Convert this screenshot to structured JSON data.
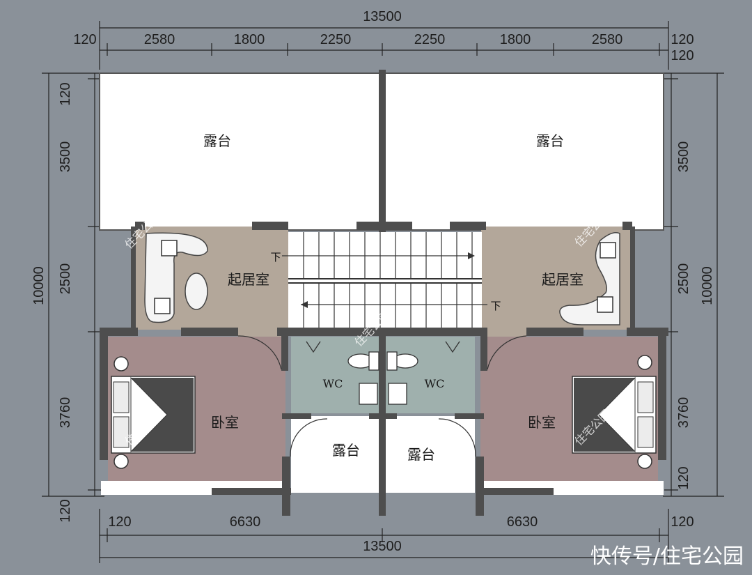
{
  "dimensions": {
    "top_total": "13500",
    "top_segments": [
      "120",
      "2580",
      "1800",
      "2250",
      "2250",
      "1800",
      "2580",
      "120"
    ],
    "top_right_small": "120",
    "bottom_total": "13500",
    "bottom_segments": [
      "120",
      "6630",
      "6630",
      "120"
    ],
    "left_total": "10000",
    "left_segments": [
      "120",
      "3500",
      "2500",
      "3760",
      "120"
    ],
    "right_total": "10000",
    "right_segments": [
      "3500",
      "2500",
      "3760",
      "120"
    ]
  },
  "rooms": {
    "terrace_left": "露台",
    "terrace_right": "露台",
    "living_left": "起居室",
    "living_right": "起居室",
    "wc_left": "WC",
    "wc_right": "WC",
    "bedroom_left": "卧室",
    "bedroom_right": "卧室",
    "balcony_left": "露台",
    "balcony_right": "露台"
  },
  "stairs": {
    "down_left": "下",
    "down_right": "下"
  },
  "watermark": "住宅公园",
  "credit": "快传号/住宅公园",
  "colors": {
    "background": "#8a9199",
    "living_room": "#b3a79a",
    "bedroom": "#a48c8c",
    "wc": "#9fb0ad",
    "terrace": "#ffffff",
    "wall": "#4e4e4e"
  }
}
